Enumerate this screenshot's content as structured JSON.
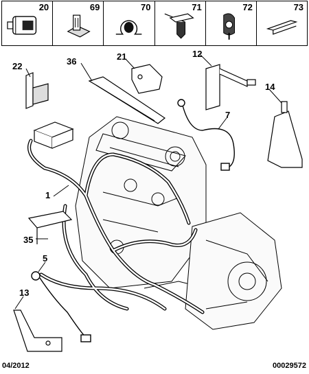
{
  "legend": [
    {
      "num": "20",
      "icon": "connector-plug-icon"
    },
    {
      "num": "69",
      "icon": "clip-connector-icon"
    },
    {
      "num": "70",
      "icon": "pipe-clamp-icon"
    },
    {
      "num": "71",
      "icon": "push-clip-icon"
    },
    {
      "num": "72",
      "icon": "cable-clip-icon"
    },
    {
      "num": "73",
      "icon": "flat-clip-icon"
    }
  ],
  "callouts": [
    {
      "label": "22"
    },
    {
      "label": "36"
    },
    {
      "label": "21"
    },
    {
      "label": "12"
    },
    {
      "label": "14"
    },
    {
      "label": "7"
    },
    {
      "label": "1"
    },
    {
      "label": "35"
    },
    {
      "label": "5"
    },
    {
      "label": "13"
    }
  ],
  "footer": {
    "date": "04/2012",
    "code": "00029572"
  }
}
